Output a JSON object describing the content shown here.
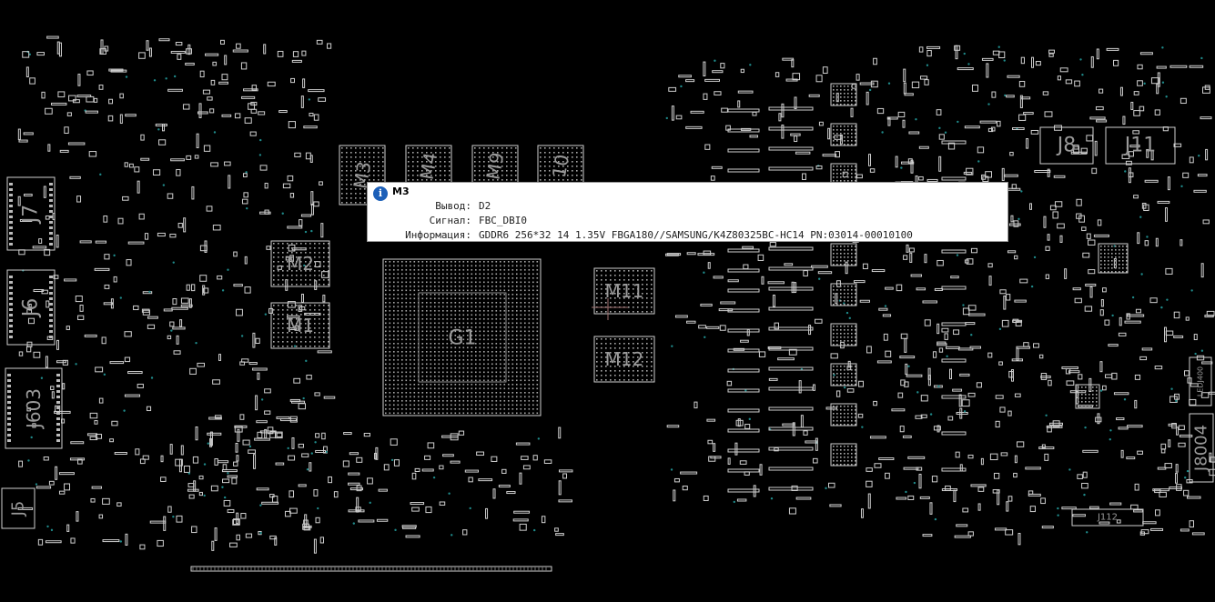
{
  "board": {
    "components": [
      {
        "ref": "J7"
      },
      {
        "ref": "J6"
      },
      {
        "ref": "J603"
      },
      {
        "ref": "J5"
      },
      {
        "ref": "M3"
      },
      {
        "ref": "M4"
      },
      {
        "ref": "M9"
      },
      {
        "ref": "10"
      },
      {
        "ref": "M2"
      },
      {
        "ref": "M1"
      },
      {
        "ref": "G1"
      },
      {
        "ref": "M11"
      },
      {
        "ref": "M12"
      },
      {
        "ref": "J8"
      },
      {
        "ref": "J11"
      },
      {
        "ref": "LEDJ400"
      },
      {
        "ref": "J8004"
      },
      {
        "ref": "J112"
      }
    ]
  },
  "popup": {
    "title": "M3",
    "rows": [
      {
        "key": "Вывод:",
        "value": "D2"
      },
      {
        "key": "Сигнал:",
        "value": "FBC_DBI0"
      },
      {
        "key": "Информация:",
        "value": "GDDR6 256*32 14 1.35V FBGA180//SAMSUNG/K4Z80325BC-HC14 PN:03014-00010100"
      }
    ]
  }
}
